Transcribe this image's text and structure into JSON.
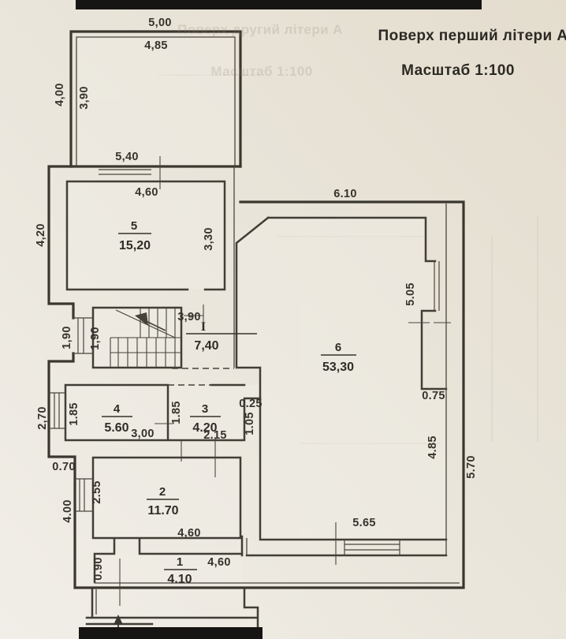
{
  "header": {
    "title": "Поверх перший  літери А",
    "scale": "Масштаб 1:100"
  },
  "ghost": {
    "title": "Поверх другий  літери А",
    "scale": "Масштаб 1:100"
  },
  "rooms": [
    {
      "number": "1",
      "area": "4.10"
    },
    {
      "number": "2",
      "area": "11.70"
    },
    {
      "number": "3",
      "area": "4.20"
    },
    {
      "number": "4",
      "area": "5.60"
    },
    {
      "number": "5",
      "area": "15,20"
    },
    {
      "number": "6",
      "area": "53,30"
    },
    {
      "number": "I",
      "area": "7,40"
    }
  ],
  "dimensions": {
    "upper_room_width_outer": "5,00",
    "upper_room_width_inner": "4,85",
    "upper_room_height_outer": "4,00",
    "upper_room_height_inner": "3,90",
    "top_wall_left": "5,40",
    "room5_width": "4,60",
    "room6_top_width": "6.10",
    "room5_height_outer": "4,20",
    "room5_height_right": "3,30",
    "room6_window_right": "5.05",
    "stairs_left_outer": "1,90",
    "stairs_left_inner": "1,90",
    "stairs_width": "3,90",
    "room3_notch_depth": "0.25",
    "room3_notch_height": "1.05",
    "room6_step_right": "0.75",
    "room4_height": "1.85",
    "room3_height": "1.85",
    "room4_width": "3,00",
    "room3_width": "2.15",
    "left_wall_mid": "2,70",
    "left_jog": "0.70",
    "room2_window_height": "2.55",
    "room2_height_outer": "4.00",
    "room2_width": "4,60",
    "room6_right_height": "4.85",
    "right_wall_height": "5.70",
    "room6_bottom_window": "5.65",
    "room1_height": "0.90",
    "room1_width": "4,60"
  },
  "colors": {
    "paper_light": "#f0ede6",
    "paper_dark": "#e3dccd",
    "ink": "#3a372f",
    "scan_bar": "#171513"
  }
}
